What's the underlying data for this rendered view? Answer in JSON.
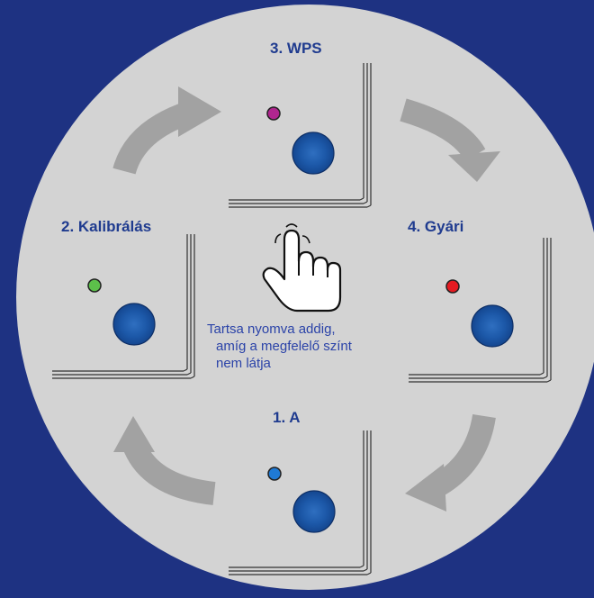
{
  "modes": [
    {
      "id": "wps",
      "label": "3. WPS",
      "led_color": "#b0258f"
    },
    {
      "id": "kalibralas",
      "label": "2. Kalibrálás",
      "led_color": "#5cc04a"
    },
    {
      "id": "gyari",
      "label": "4. Gyári",
      "led_color": "#e51b22"
    },
    {
      "id": "a",
      "label": "1. A",
      "led_color": "#1f7ad6"
    }
  ],
  "instruction": {
    "line1": "Tartsa nyomva addig,",
    "line2": "amíg a megfelelő színt",
    "line3": "nem látja"
  },
  "colors": {
    "background": "#1e3282",
    "circle": "#d3d3d3",
    "arrow": "#a2a2a2",
    "button": "#1c58a8",
    "label_text": "#1f3b8f"
  },
  "icons": [
    "curved-arrow-icon",
    "pointing-hand-icon",
    "led-icon",
    "button-icon"
  ]
}
